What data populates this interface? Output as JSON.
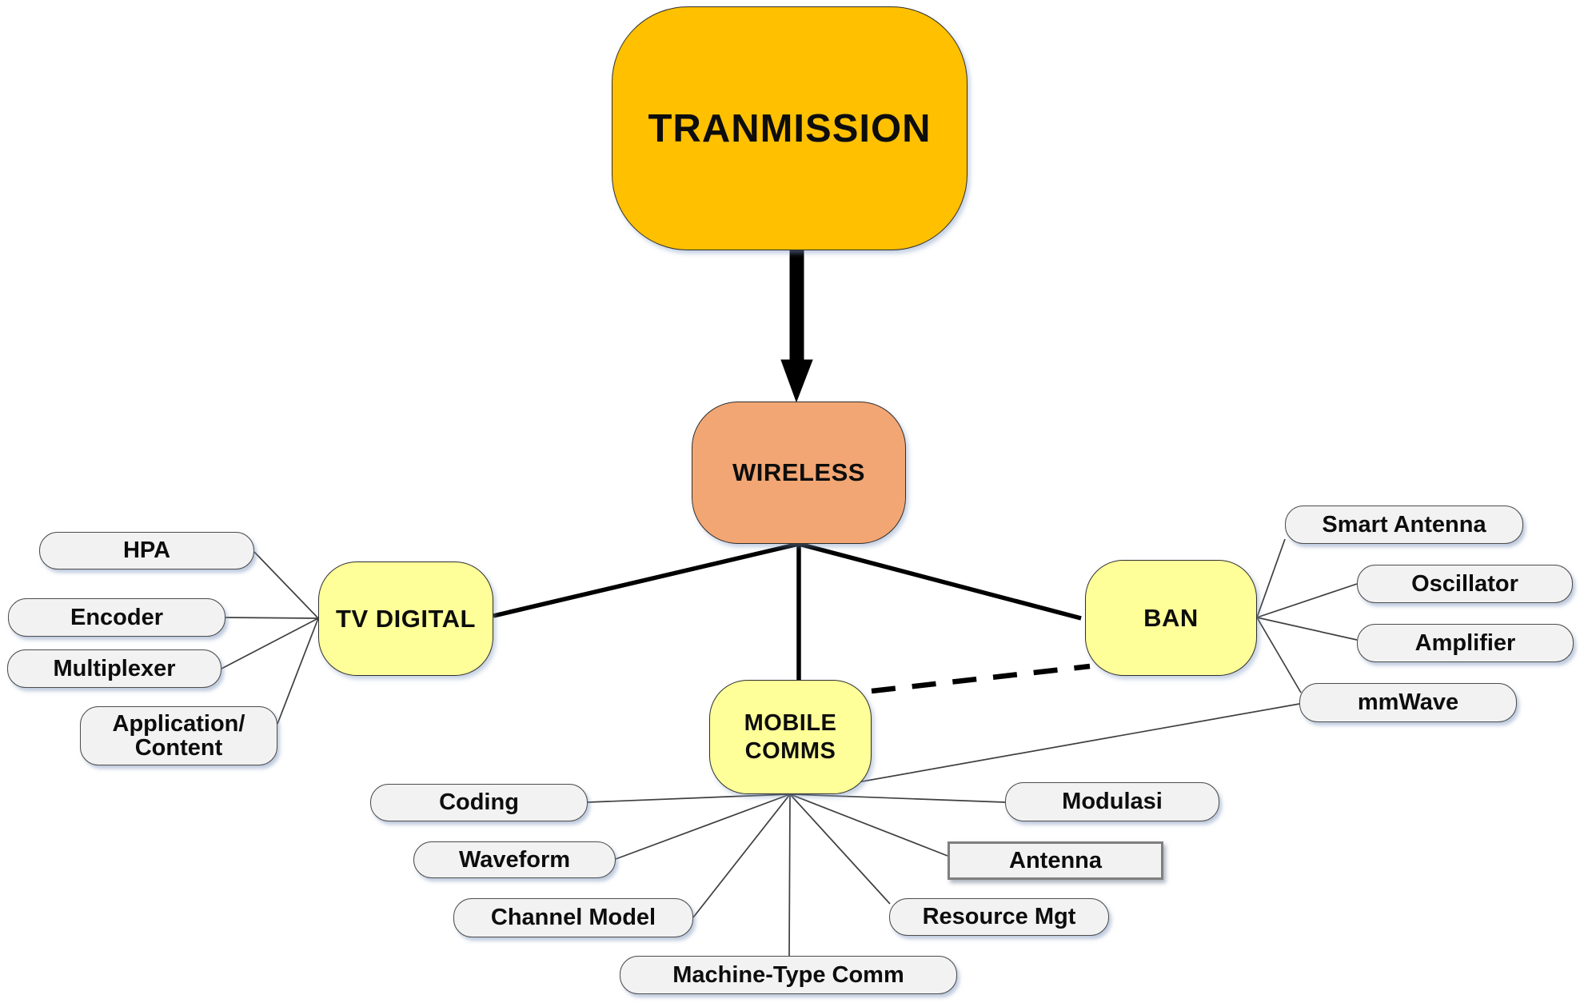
{
  "colors": {
    "root-fill": "#FFC000",
    "hub-fill": "#F2A673",
    "branch-fill": "#FFFF99",
    "leaf-fill": "#F2F2F2",
    "edge-color": "#000000"
  },
  "nodes": {
    "transmission": {
      "label": "TRANMISSION"
    },
    "wireless": {
      "label": "WIRELESS"
    },
    "tv_digital": {
      "label": "TV DIGITAL"
    },
    "mobile_comms": {
      "label": "MOBILE\nCOMMS"
    },
    "ban": {
      "label": "BAN"
    },
    "hpa": {
      "label": "HPA"
    },
    "encoder": {
      "label": "Encoder"
    },
    "multiplexer": {
      "label": "Multiplexer"
    },
    "application_content": {
      "label": "Application/\nContent"
    },
    "coding": {
      "label": "Coding"
    },
    "waveform": {
      "label": "Waveform"
    },
    "channel_model": {
      "label": "Channel Model"
    },
    "machine_type_comm": {
      "label": "Machine-Type Comm"
    },
    "resource_mgt": {
      "label": "Resource Mgt"
    },
    "antenna": {
      "label": "Antenna"
    },
    "modulasi": {
      "label": "Modulasi"
    },
    "smart_antenna": {
      "label": "Smart Antenna"
    },
    "oscillator": {
      "label": "Oscillator"
    },
    "amplifier": {
      "label": "Amplifier"
    },
    "mmwave": {
      "label": "mmWave"
    }
  },
  "edges": [
    {
      "from": "transmission",
      "to": "wireless",
      "style": "thick-arrow"
    },
    {
      "from": "wireless",
      "to": "tv_digital",
      "style": "thick"
    },
    {
      "from": "wireless",
      "to": "mobile_comms",
      "style": "thick"
    },
    {
      "from": "wireless",
      "to": "ban",
      "style": "thick"
    },
    {
      "from": "mobile_comms",
      "to": "ban",
      "style": "dashed"
    },
    {
      "from": "tv_digital",
      "to": "hpa",
      "style": "thin"
    },
    {
      "from": "tv_digital",
      "to": "encoder",
      "style": "thin"
    },
    {
      "from": "tv_digital",
      "to": "multiplexer",
      "style": "thin"
    },
    {
      "from": "tv_digital",
      "to": "application_content",
      "style": "thin"
    },
    {
      "from": "mobile_comms",
      "to": "coding",
      "style": "thin"
    },
    {
      "from": "mobile_comms",
      "to": "waveform",
      "style": "thin"
    },
    {
      "from": "mobile_comms",
      "to": "channel_model",
      "style": "thin"
    },
    {
      "from": "mobile_comms",
      "to": "machine_type_comm",
      "style": "thin"
    },
    {
      "from": "mobile_comms",
      "to": "resource_mgt",
      "style": "thin"
    },
    {
      "from": "mobile_comms",
      "to": "antenna",
      "style": "thin"
    },
    {
      "from": "mobile_comms",
      "to": "modulasi",
      "style": "thin"
    },
    {
      "from": "mobile_comms",
      "to": "mmwave",
      "style": "thin"
    },
    {
      "from": "ban",
      "to": "smart_antenna",
      "style": "thin"
    },
    {
      "from": "ban",
      "to": "oscillator",
      "style": "thin"
    },
    {
      "from": "ban",
      "to": "amplifier",
      "style": "thin"
    },
    {
      "from": "ban",
      "to": "mmwave",
      "style": "thin"
    }
  ]
}
